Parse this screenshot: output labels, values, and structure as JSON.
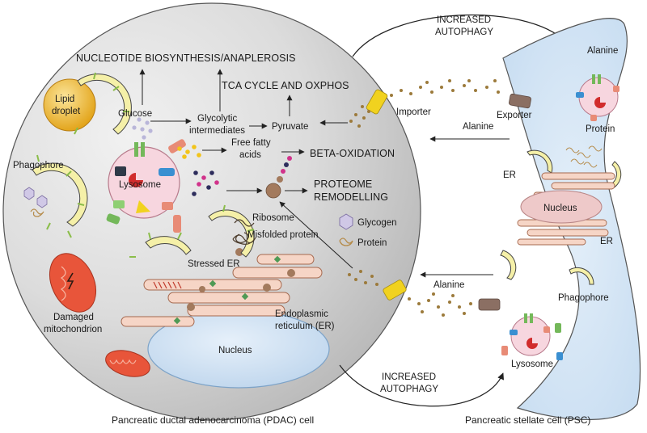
{
  "pdac": {
    "caption": "Pancreatic ductal adenocarcinoma (PDAC) cell",
    "nucleotide": "NUCLEOTIDE BIOSYNTHESIS/ANAPLEROSIS",
    "tca": "TCA CYCLE AND OXPHOS",
    "lipid_line1": "Lipid",
    "lipid_line2": "droplet",
    "glucose": "Glucose",
    "glycolytic_line1": "Glycolytic",
    "glycolytic_line2": "intermediates",
    "pyruvate": "Pyruvate",
    "importer": "Importer",
    "phagophore": "Phagophore",
    "lysosome": "Lysosome",
    "ffa_line1": "Free fatty",
    "ffa_line2": "acids",
    "beta": "BETA-OXIDATION",
    "proteome_line1": "PROTEOME",
    "proteome_line2": "REMODELLING",
    "glycogen": "Glycogen",
    "protein": "Protein",
    "ribosome": "Ribosome",
    "misfolded": "Misfolded protein",
    "stressed_er": "Stressed ER",
    "damaged_line1": "Damaged",
    "damaged_line2": "mitochondrion",
    "er_line1": "Endoplasmic",
    "er_line2": "reticulum (ER)",
    "nucleus": "Nucleus"
  },
  "psc": {
    "caption": "Pancreatic stellate cell (PSC)",
    "alanine": "Alanine",
    "exporter": "Exporter",
    "protein": "Protein",
    "er": "ER",
    "nucleus": "Nucleus",
    "phagophore": "Phagophore",
    "lysosome": "Lysosome"
  },
  "flow": {
    "increased_line1": "INCREASED",
    "increased_line2": "AUTOPHAGY",
    "alanine": "Alanine"
  },
  "colors": {
    "pdac_cell": "#d7d7d7",
    "psc_cell": "#d2e3f3",
    "lysosome": "#f7d6df",
    "nucleus": "#cfe1f3",
    "psc_nucleus": "#eec9c9",
    "er": "#f6d5c6",
    "phagophore": "#f5f0a8",
    "transporter_yellow": "#f1d21f",
    "transporter_brown": "#8b6f63",
    "alanine_dot": "#9c7a3b",
    "mitochondrion": "#e8553a"
  },
  "icons": [
    "phagophore-icon",
    "lysosome-icon",
    "lipid-droplet-icon",
    "glycogen-icon",
    "protein-icon",
    "ribosome-icon",
    "mitochondrion-icon",
    "nucleus-icon",
    "er-icon",
    "transporter-icon"
  ]
}
